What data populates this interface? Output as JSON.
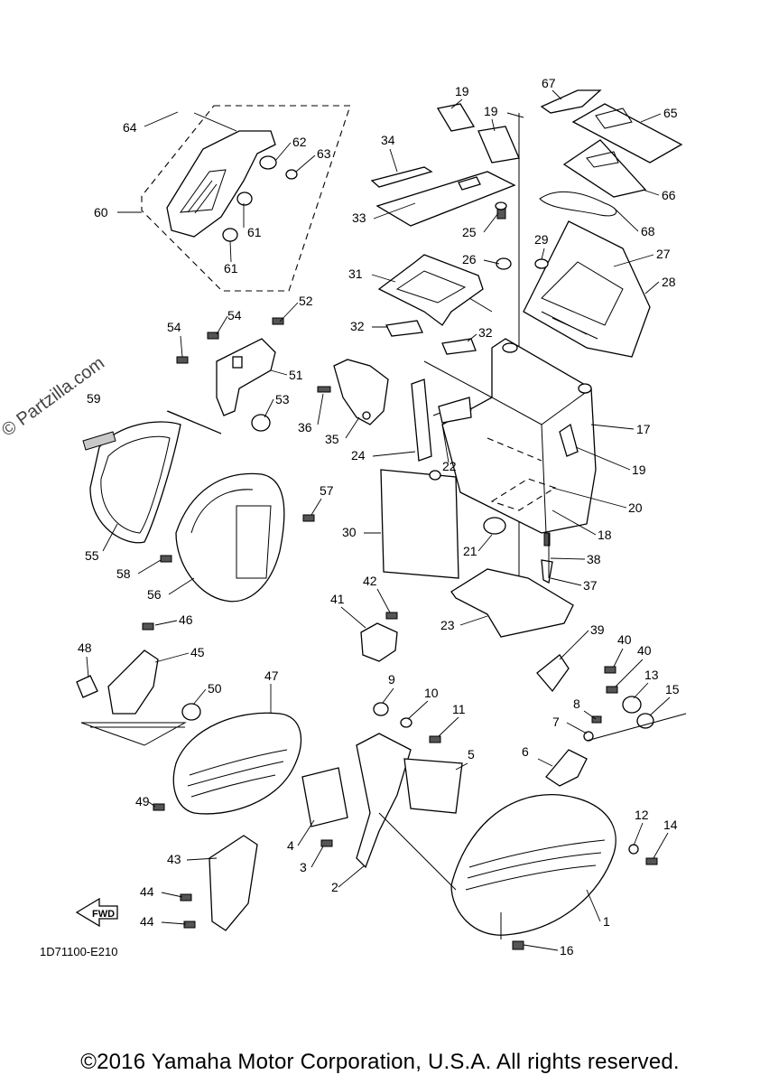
{
  "diagram_code": "1D71100-E210",
  "watermark": "© Partzilla.com",
  "copyright": "©2016 Yamaha Motor Corporation, U.S.A. All rights reserved.",
  "fwd_label": "FWD",
  "callouts": {
    "p1": "1",
    "p2": "2",
    "p3": "3",
    "p4": "4",
    "p5": "5",
    "p6": "6",
    "p7": "7",
    "p8": "8",
    "p9": "9",
    "p10": "10",
    "p11": "11",
    "p12": "12",
    "p13": "13",
    "p14": "14",
    "p15": "15",
    "p16": "16",
    "p17": "17",
    "p18": "18",
    "p19a": "19",
    "p19b": "19",
    "p19c": "19",
    "p20": "20",
    "p21": "21",
    "p22": "22",
    "p23": "23",
    "p24": "24",
    "p25": "25",
    "p26": "26",
    "p27": "27",
    "p28": "28",
    "p29": "29",
    "p30": "30",
    "p31": "31",
    "p32a": "32",
    "p32b": "32",
    "p33": "33",
    "p34": "34",
    "p35": "35",
    "p36": "36",
    "p37": "37",
    "p38": "38",
    "p39": "39",
    "p40a": "40",
    "p40b": "40",
    "p41": "41",
    "p42": "42",
    "p43": "43",
    "p44a": "44",
    "p44b": "44",
    "p45": "45",
    "p46": "46",
    "p47": "47",
    "p48": "48",
    "p49": "49",
    "p50": "50",
    "p51": "51",
    "p52": "52",
    "p53": "53",
    "p54a": "54",
    "p54b": "54",
    "p55": "55",
    "p56": "56",
    "p57": "57",
    "p58": "58",
    "p59": "59",
    "p60": "60",
    "p61a": "61",
    "p61b": "61",
    "p62": "62",
    "p63": "63",
    "p64": "64",
    "p65": "65",
    "p66": "66",
    "p67": "67",
    "p68": "68"
  }
}
